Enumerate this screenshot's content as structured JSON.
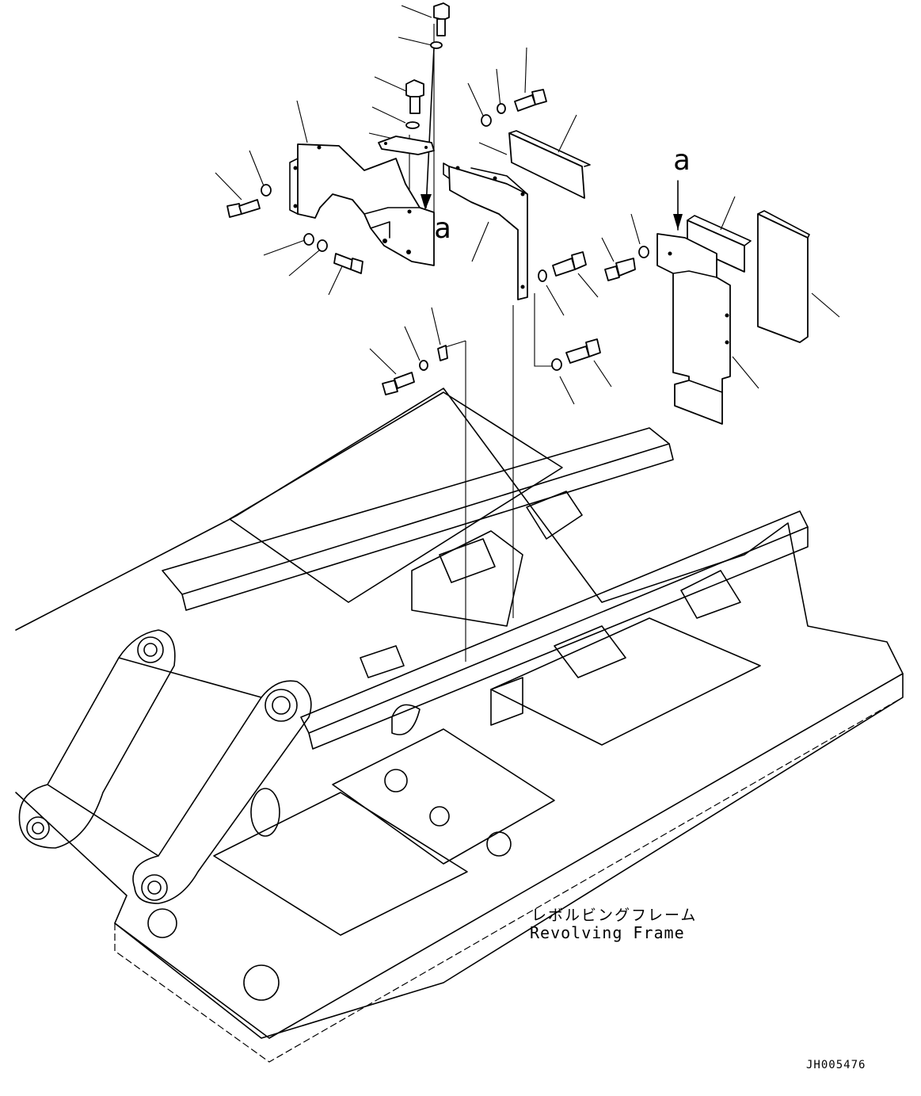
{
  "diagram": {
    "view_marker_left": "a",
    "view_marker_right": "a",
    "frame_label_jp": "レボルビングフレーム",
    "frame_label_en": "Revolving Frame",
    "drawing_id": "JH005476"
  }
}
